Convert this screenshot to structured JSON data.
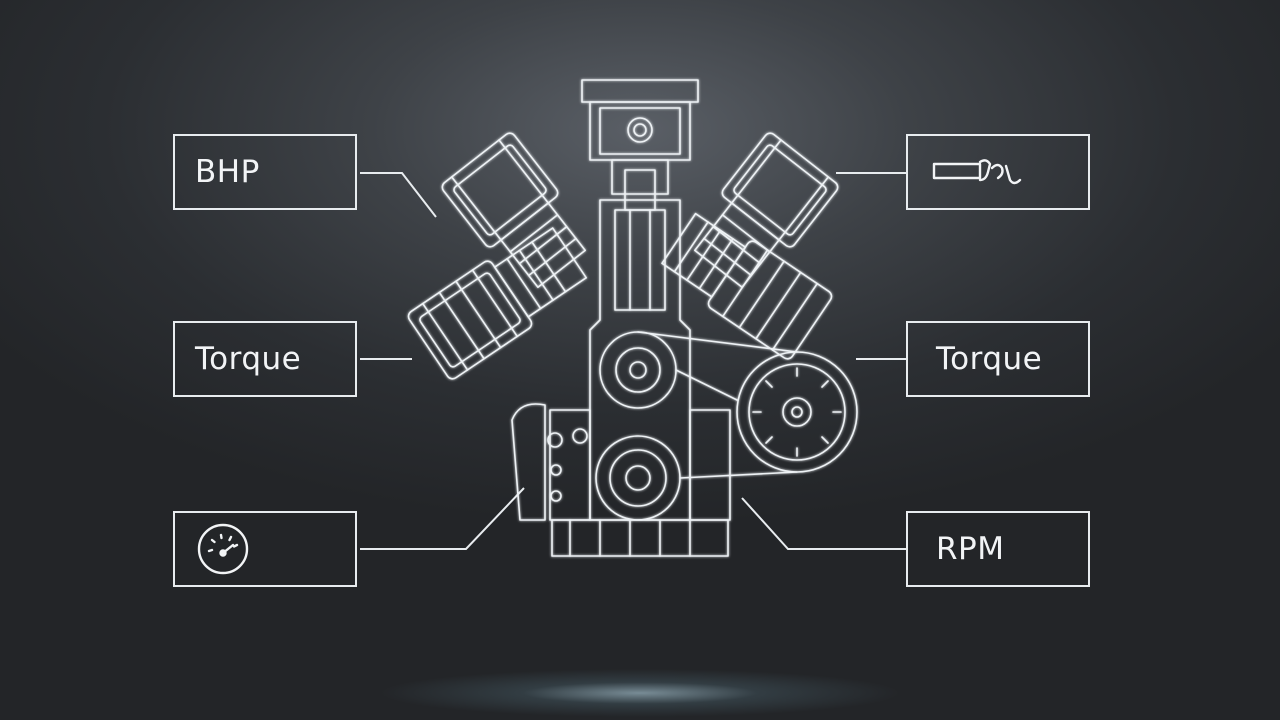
{
  "labels": {
    "top_left": "BHP",
    "middle_left": "Torque",
    "middle_right": "Torque",
    "bottom_right": "RPM"
  },
  "icons": {
    "bottom_left": "speedometer-icon",
    "top_right": "wrench-icon"
  },
  "colors": {
    "line": "#e8ecef",
    "background": "#2b2e32"
  }
}
